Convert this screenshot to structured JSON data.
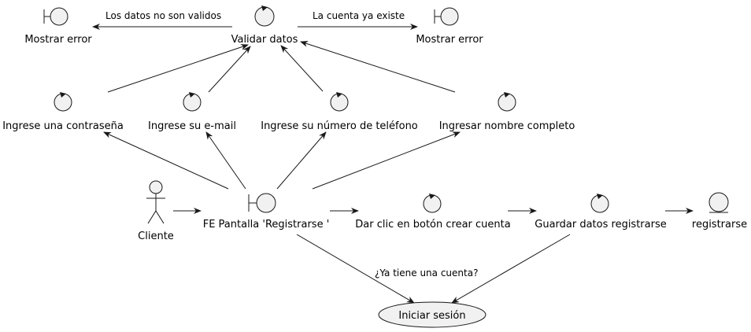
{
  "diagram": {
    "colors": {
      "shape_fill": "#f1f1f1",
      "stroke": "#181818",
      "background": "#ffffff"
    },
    "nodes": {
      "validar": {
        "label": "Validar datos",
        "kind": "control"
      },
      "error_left": {
        "label": "Mostrar error",
        "kind": "boundary"
      },
      "error_right": {
        "label": "Mostrar error",
        "kind": "boundary"
      },
      "contrasena": {
        "label": "Ingrese una contraseña",
        "kind": "control"
      },
      "email": {
        "label": "Ingrese su e-mail",
        "kind": "control"
      },
      "telefono": {
        "label": "Ingrese su número de teléfono",
        "kind": "control"
      },
      "nombre": {
        "label": "Ingresar nombre completo",
        "kind": "control"
      },
      "cliente": {
        "label": "Cliente",
        "kind": "actor"
      },
      "pantalla": {
        "label": "FE Pantalla 'Registrarse '",
        "kind": "boundary"
      },
      "clic": {
        "label": "Dar clic en botón crear cuenta",
        "kind": "control"
      },
      "guardar": {
        "label": "Guardar datos registrarse",
        "kind": "control"
      },
      "registrarse": {
        "label": "registrarse",
        "kind": "entity"
      },
      "iniciar": {
        "label": "Iniciar sesión",
        "kind": "usecase"
      }
    },
    "edges": {
      "no_validos": {
        "label": "Los datos no son validos"
      },
      "ya_existe": {
        "label": "La cuenta ya existe"
      },
      "tiene_cuenta": {
        "label": "¿Ya tiene una cuenta?"
      }
    }
  }
}
